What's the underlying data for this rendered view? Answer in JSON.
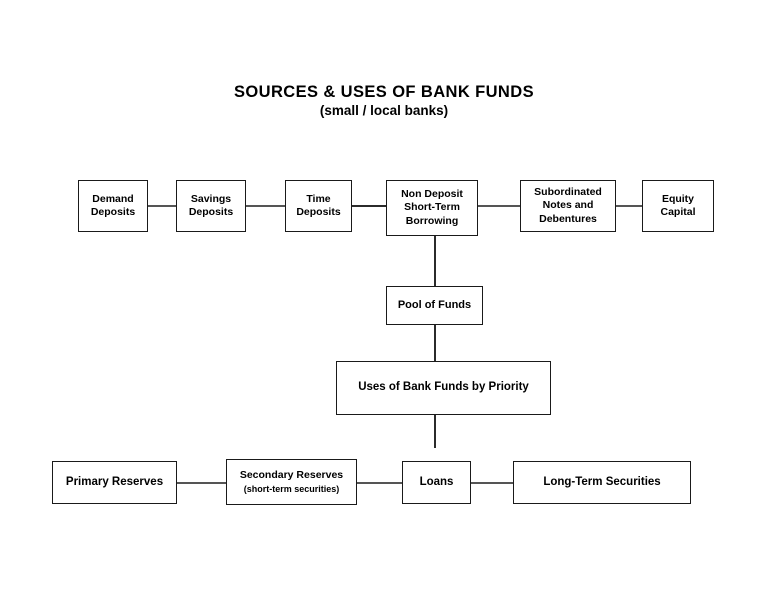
{
  "title": {
    "main": "SOURCES & USES OF BANK FUNDS",
    "sub": "(small / local banks)"
  },
  "diagram": {
    "type": "flowchart",
    "orientation": "top-down",
    "background_color": "#ffffff",
    "border_color": "#1a1a1a",
    "connector_color": "#2b2b2b",
    "sources_row": [
      {
        "id": "demand-deposits",
        "label": "Demand\nDeposits"
      },
      {
        "id": "savings-deposits",
        "label": "Savings\nDeposits"
      },
      {
        "id": "time-deposits",
        "label": "Time\nDeposits"
      },
      {
        "id": "non-deposit-short-term-borrowing",
        "label": "Non Deposit\nShort-Term\nBorrowing"
      },
      {
        "id": "subordinated-notes-and-debentures",
        "label": "Subordinated\nNotes and\nDebentures"
      },
      {
        "id": "equity-capital",
        "label": "Equity\nCapital"
      }
    ],
    "pool": {
      "id": "pool-of-funds",
      "label": "Pool of Funds"
    },
    "uses_header": {
      "id": "uses-of-bank-funds-by-priority",
      "label": "Uses of Bank Funds by Priority"
    },
    "uses_row": [
      {
        "id": "primary-reserves",
        "label": "Primary Reserves",
        "sublabel": ""
      },
      {
        "id": "secondary-reserves",
        "label": "Secondary Reserves",
        "sublabel": "(short-term securities)"
      },
      {
        "id": "loans",
        "label": "Loans",
        "sublabel": ""
      },
      {
        "id": "long-term-securities",
        "label": "Long-Term Securities",
        "sublabel": ""
      }
    ]
  }
}
